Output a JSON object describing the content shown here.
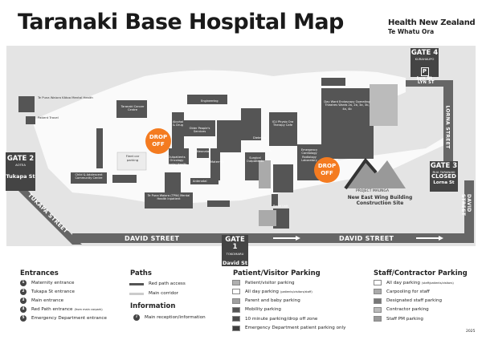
{
  "title": "Taranaki Base Hospital Map",
  "logo": {
    "name": "Health New Zealand",
    "sub": "Te Whatu Ora"
  },
  "gates": [
    {
      "name": "GATE 1",
      "maori": "TOKOMARU",
      "street": "David St"
    },
    {
      "name": "GATE 2",
      "maori": "AOTEA",
      "street": "Tukapa St"
    },
    {
      "name": "GATE 3",
      "maori": "RUA TARANAKI",
      "status": "CLOSED",
      "street": "Lorna St"
    },
    {
      "name": "GATE 4",
      "maori": "KURAHAUPO",
      "icon": "P",
      "street": "Lyn St"
    }
  ],
  "roads": {
    "david": "DAVID STREET",
    "tukapa": "TUKAPA STREET",
    "lorna": "LORNA STREET",
    "lyn": "LYN ST"
  },
  "drop_off": "DROP OFF",
  "buildings": {
    "mental_health": "Te Puna Waiora Kātoa Mental Health",
    "patient_travel": "Patient Travel",
    "cancer": "Taranaki Cancer Centre",
    "engineering": "Engineering",
    "older": "Older People's Services",
    "alcohol": "Alcohol & Drug",
    "outpatients": "Outpatients Oncology Mental Health Outp.",
    "fleet": "Fleet car parking",
    "child": "Child & Adolescent Community Centre",
    "tpw": "Te Puna Waiora (TPW) Mental Health Inpatient",
    "neonatal": "Neonatal",
    "maternity": "Maternity",
    "antenatal": "Antenatal",
    "surgical": "Surgical Outpatients",
    "icu": "ICU Physio Ora Therapy Cafe",
    "dietetics": "Dietetics",
    "chapel": "Chapel",
    "day_ward": "Day Ward Endoscopy Operating Theatres Wards 2a, 2b, 3a, 3b, 4a, 4b",
    "emergency": "Emergency Cardiology Radiology Laboratory",
    "renal": "Renal Unit",
    "project": "PROJECT MAUNGA",
    "construction": "New East Wing Building Construction Site"
  },
  "legend": {
    "entrances": {
      "title": "Entrances",
      "items": [
        {
          "n": "1",
          "label": "Maternity entrance"
        },
        {
          "n": "2",
          "label": "Tukapa St entrance"
        },
        {
          "n": "3",
          "label": "Main entrance"
        },
        {
          "n": "4",
          "label": "Red Path entrance",
          "note": "(from main carpark)"
        },
        {
          "n": "5",
          "label": "Emergency Department entrance"
        }
      ]
    },
    "paths": {
      "title": "Paths",
      "items": [
        {
          "label": "Red path access",
          "color": "#555555"
        },
        {
          "label": "Main corridor",
          "color": "#cccccc"
        }
      ]
    },
    "information": {
      "title": "Information",
      "icon": "i",
      "label": "Main reception/information"
    },
    "patient": {
      "title": "Patient/Visitor Parking",
      "items": [
        {
          "label": "Patient/visitor parking",
          "color": "#b0b0b0"
        },
        {
          "label": "All day parking",
          "note": "(patients/visitors/staff)",
          "color": "#ffffff"
        },
        {
          "label": "Parent and baby parking",
          "color": "#a0a0a0"
        },
        {
          "label": "Mobility parking",
          "color": "#555555"
        },
        {
          "label": "10 minute parking/drop off zone",
          "color": "#4a4a4a"
        },
        {
          "label": "Emergency Department patient parking only",
          "color": "#3e3e3e"
        }
      ]
    },
    "staff": {
      "title": "Staff/Contractor Parking",
      "items": [
        {
          "label": "All day parking",
          "note": "(staff/patients/visitors)",
          "color": "#ffffff"
        },
        {
          "label": "Carpooling for staff",
          "color": "#aaaaaa"
        },
        {
          "label": "Designated staff parking",
          "color": "#777777"
        },
        {
          "label": "Contractor parking",
          "color": "#bbbbbb"
        },
        {
          "label": "Staff PM parking",
          "color": "#999999"
        }
      ]
    }
  },
  "year": "2025"
}
